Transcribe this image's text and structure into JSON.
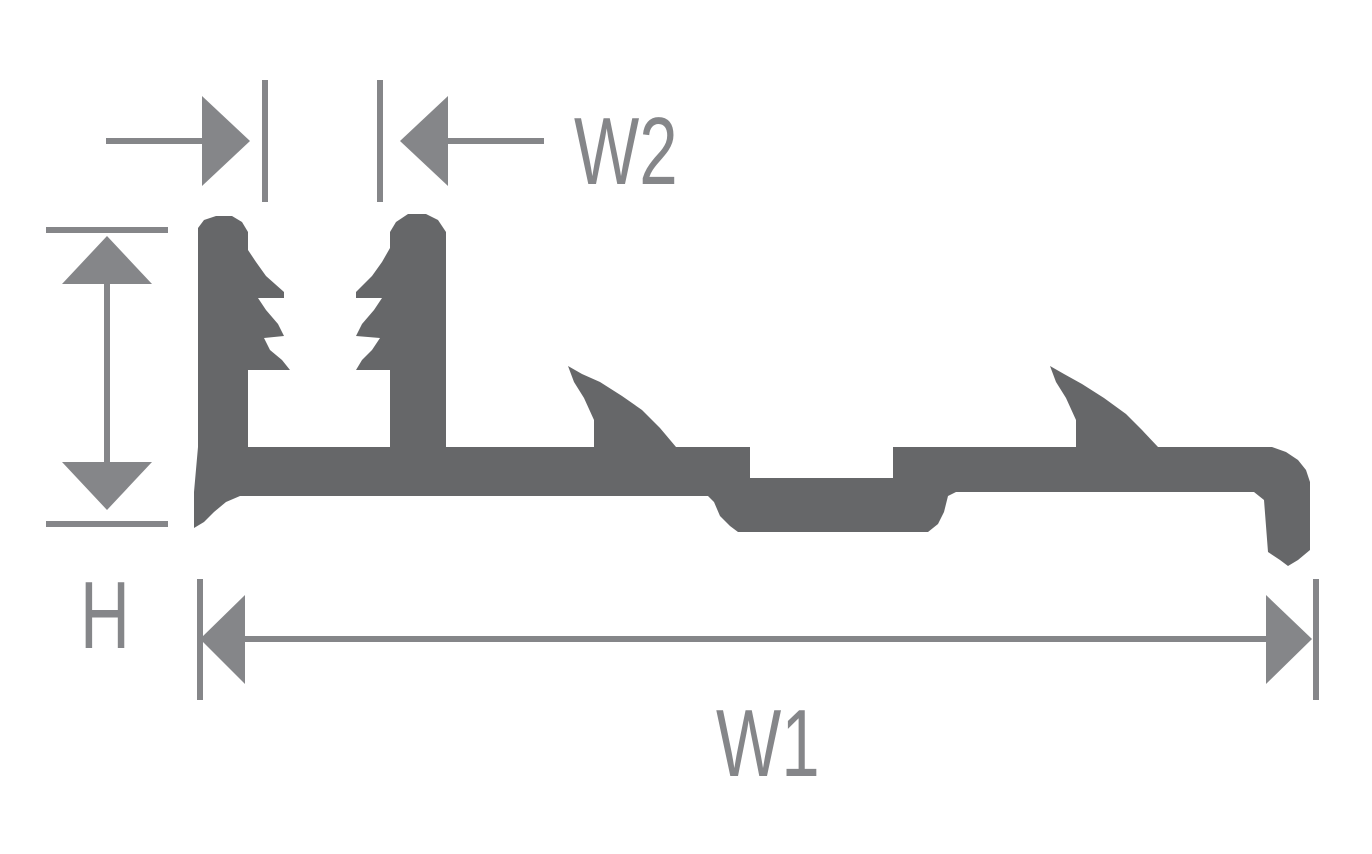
{
  "labels": {
    "width_2": "W2",
    "height": "H",
    "width_1": "W1"
  },
  "colors": {
    "profile": "#666769",
    "dimension": "#858689",
    "background": "#ffffff"
  }
}
